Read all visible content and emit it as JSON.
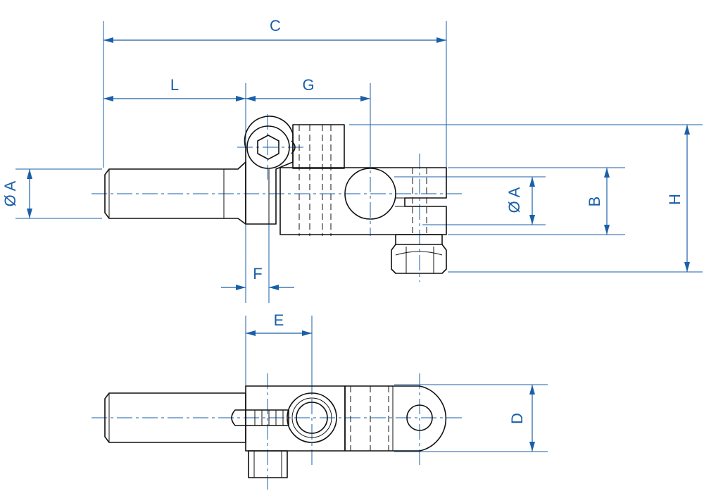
{
  "colors": {
    "dimension": "#1a5fa8",
    "part_outline": "#111111",
    "background": "#ffffff"
  },
  "labels": {
    "C": "C",
    "L": "L",
    "G": "G",
    "A_left": "Ø A",
    "A_right": "Ø A",
    "B": "B",
    "H": "H",
    "F": "F",
    "E": "E",
    "D": "D"
  }
}
